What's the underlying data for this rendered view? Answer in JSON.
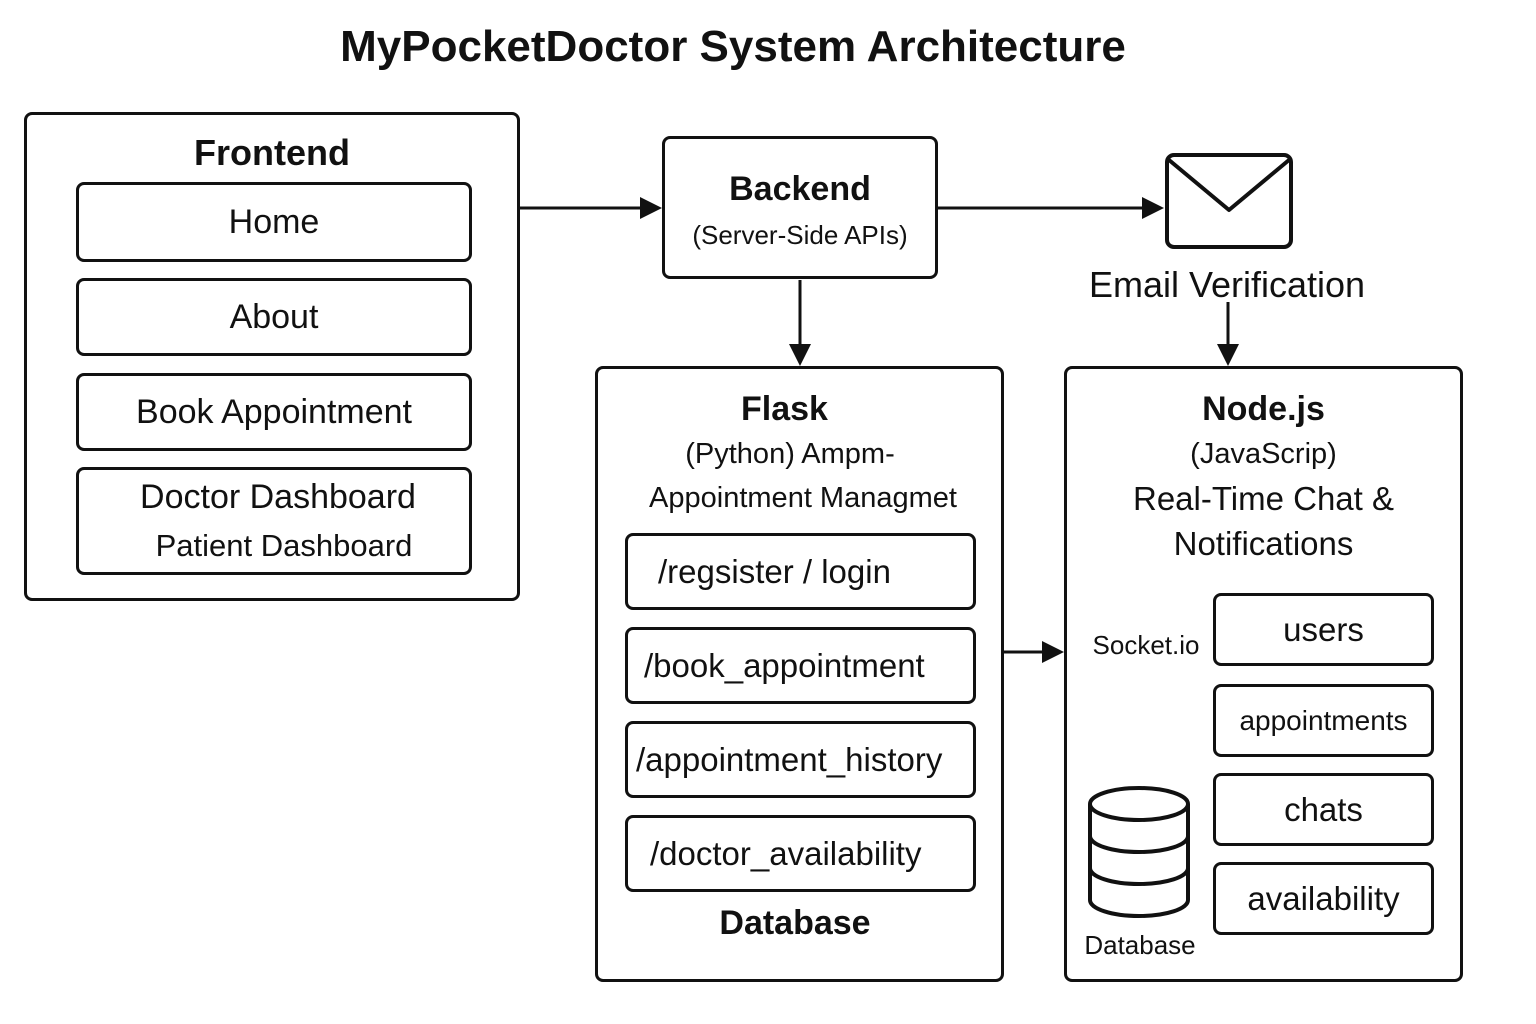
{
  "title": "MyPocketDoctor System Architecture",
  "frontend": {
    "heading": "Frontend",
    "items": [
      "Home",
      "About",
      "Book Appointment"
    ],
    "dashboards": {
      "doctor": "Doctor Dashboard",
      "patient": "Patient Dashboard"
    }
  },
  "backend": {
    "heading": "Backend",
    "subtitle": "(Server-Side APIs)"
  },
  "email": {
    "label": "Email Verification",
    "icon": "envelope-icon"
  },
  "flask": {
    "heading": "Flask",
    "line1": "(Python) Ampm-",
    "line2": "Appointment Managmet",
    "routes": [
      "/regsister / login",
      "/book_appointment",
      "/appointment_history",
      "/doctor_availability"
    ],
    "footer": "Database"
  },
  "node": {
    "heading": "Node.js",
    "line1": "(JavaScrip)",
    "line2": "Real-Time Chat &",
    "line3": "Notifications",
    "socket_label": "Socket.io",
    "collections": [
      "users",
      "appointments",
      "chats",
      "availability"
    ],
    "database_label": "Database",
    "database_icon": "database-cylinder-icon"
  },
  "colors": {
    "stroke": "#111111",
    "background": "#ffffff"
  }
}
